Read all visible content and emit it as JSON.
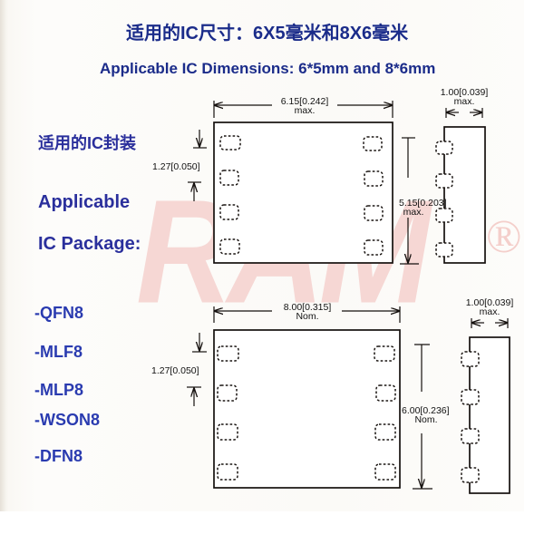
{
  "document": {
    "background_color": "#fbfaf7",
    "heading_color": "#1b2c8a",
    "label_color": "#2a3bb0",
    "line_color": "#15100e",
    "watermark_color": "#f6d7d4"
  },
  "headings": {
    "title_cn": "适用的IC尺寸：6X5毫米和8X6毫米",
    "title_en": "Applicable IC Dimensions: 6*5mm and 8*6mm"
  },
  "sidebar": {
    "label_cn": "适用的IC封装",
    "label_en_line1": "Applicable",
    "label_en_line2": "IC Package:",
    "packages": [
      "-QFN8",
      "-MLF8",
      "-MLP8",
      "-WSON8",
      "-DFN8"
    ]
  },
  "watermark": {
    "text": "RAM",
    "registered_mark": "®"
  },
  "drawings": [
    {
      "name": "package-6x5",
      "top_dimension": {
        "value": "6.15[0.242]",
        "qualifier": "max."
      },
      "left_dimension": {
        "value": "1.27[0.050]",
        "qualifier": ""
      },
      "right_dimension": {
        "value": "5.15[0.203]",
        "qualifier": "max."
      },
      "side_view_dimension": {
        "value": "1.00[0.039]",
        "qualifier": "max."
      },
      "pad_count": 8,
      "pads_per_side": 4
    },
    {
      "name": "package-8x6",
      "top_dimension": {
        "value": "8.00[0.315]",
        "qualifier": "Nom."
      },
      "left_dimension": {
        "value": "1.27[0.050]",
        "qualifier": ""
      },
      "right_dimension": {
        "value": "6.00[0.236]",
        "qualifier": "Nom."
      },
      "side_view_dimension": {
        "value": "1.00[0.039]",
        "qualifier": "max."
      },
      "pad_count": 8,
      "pads_per_side": 4
    }
  ]
}
